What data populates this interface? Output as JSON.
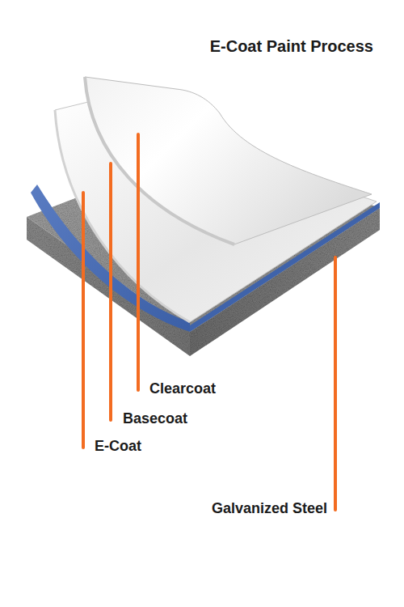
{
  "diagram": {
    "title": "E-Coat Paint Process",
    "labels": [
      "Clearcoat",
      "Basecoat",
      "E-Coat",
      "Galvanized Steel"
    ]
  }
}
